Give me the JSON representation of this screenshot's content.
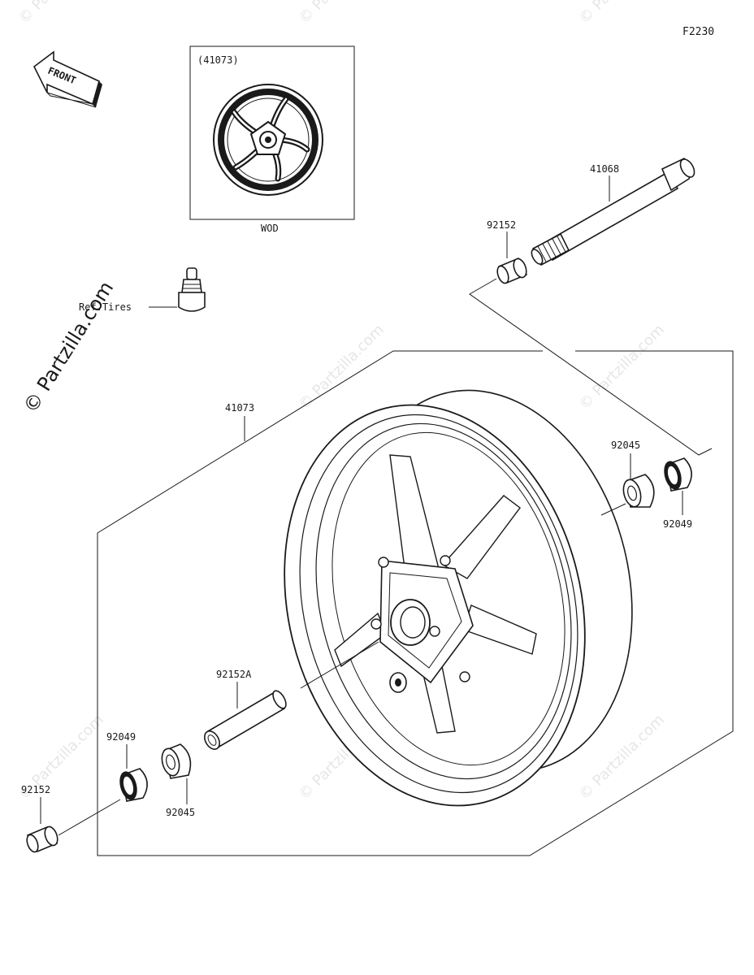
{
  "figure_code": "F2230",
  "front_arrow_label": "FRONT",
  "inset": {
    "part_number": "(41073)",
    "caption": "WOD"
  },
  "watermark": "© Partzilla.com",
  "parts": {
    "valve": "Ref.Tires",
    "wheel": "41073",
    "axle": "41068",
    "collar_right": "92152",
    "bearing_right": "92045",
    "seal_right": "92049",
    "collar_center": "92152A",
    "seal_left": "92049",
    "bearing_left": "92045",
    "collar_left": "92152"
  }
}
